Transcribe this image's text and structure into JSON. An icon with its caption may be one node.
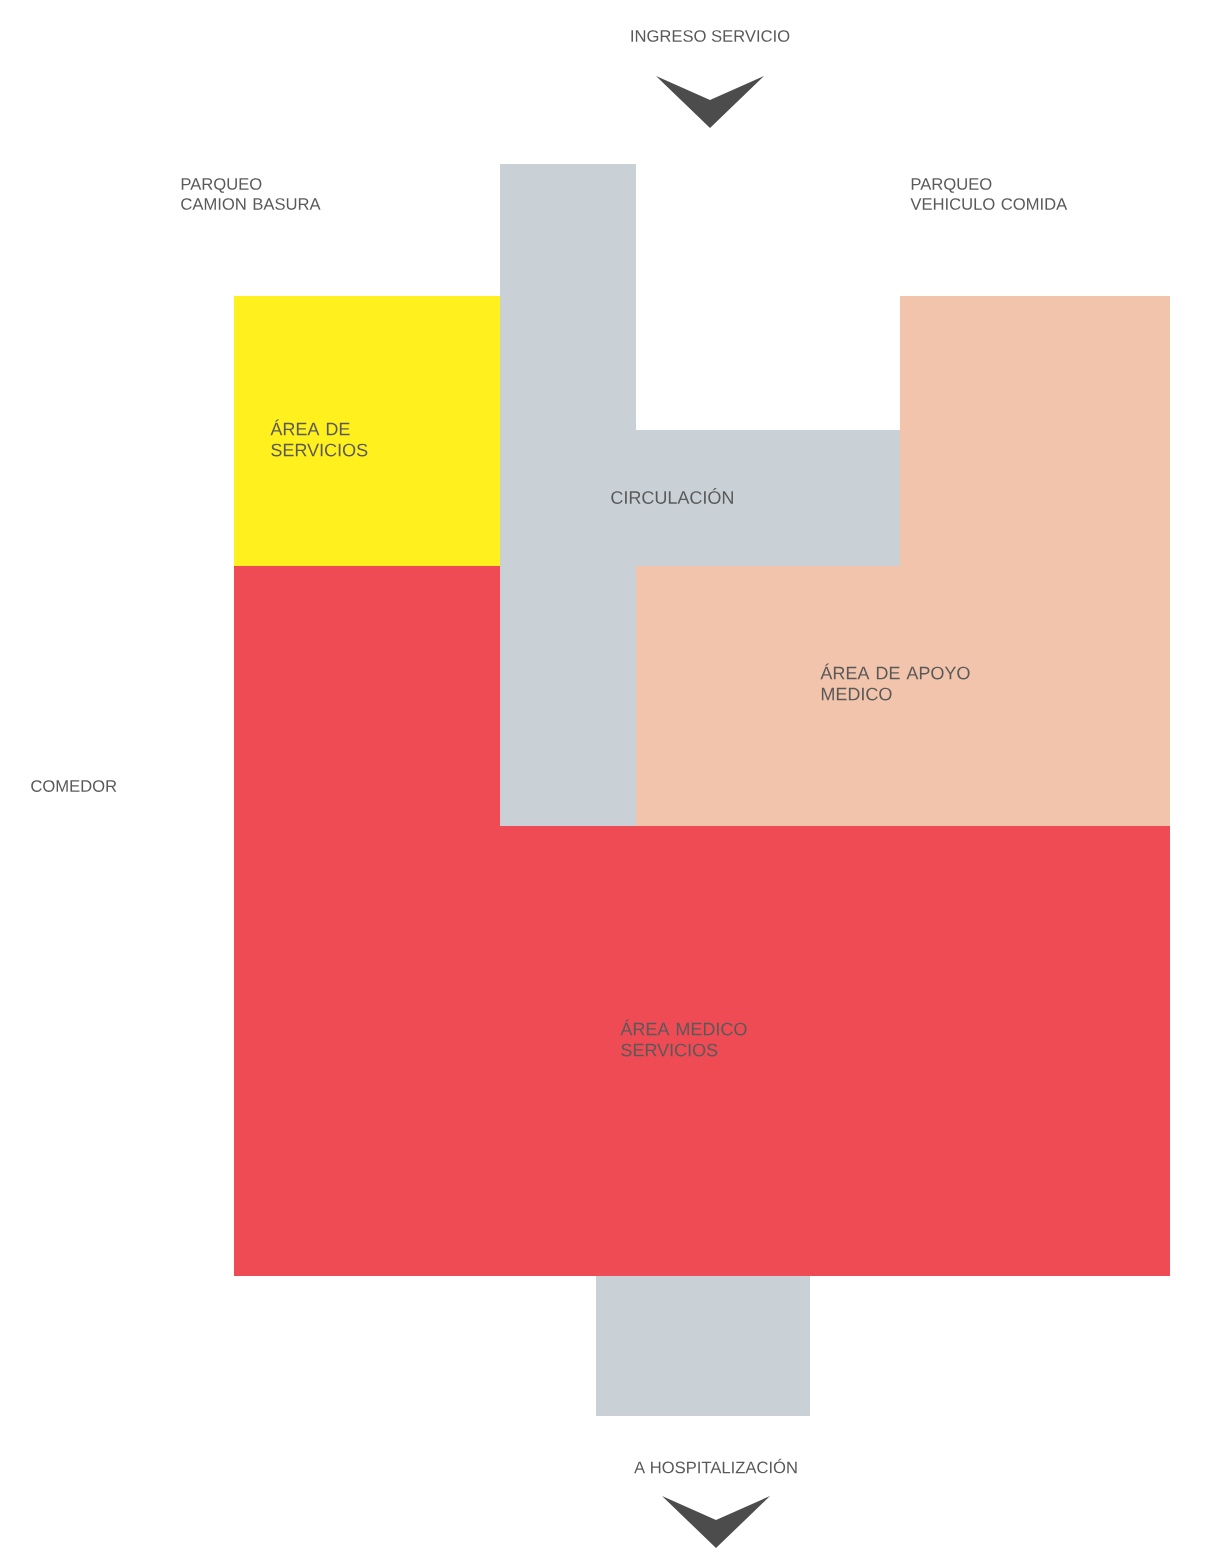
{
  "diagram": {
    "nodes": [
      {
        "text": [
          "ÁREA DE SERVICIOS"
        ]
      },
      {
        "text": [
          "CIRCULACIÓN"
        ]
      },
      {
        "text": [
          "ÁREA DE APOYO MEDICO"
        ]
      },
      {
        "text": [
          "ÁREA MEDICO SERVICIOS"
        ]
      },
      {
        "text": [],
        "shape": "box"
      }
    ],
    "labels": [
      "INGRESO SERVICIO",
      "PARQUEO CAMION BASURA",
      "PARQUEO VEHICULO COMIDA",
      "COMEDOR",
      "A HOSPITALIZACIÓN"
    ]
  }
}
